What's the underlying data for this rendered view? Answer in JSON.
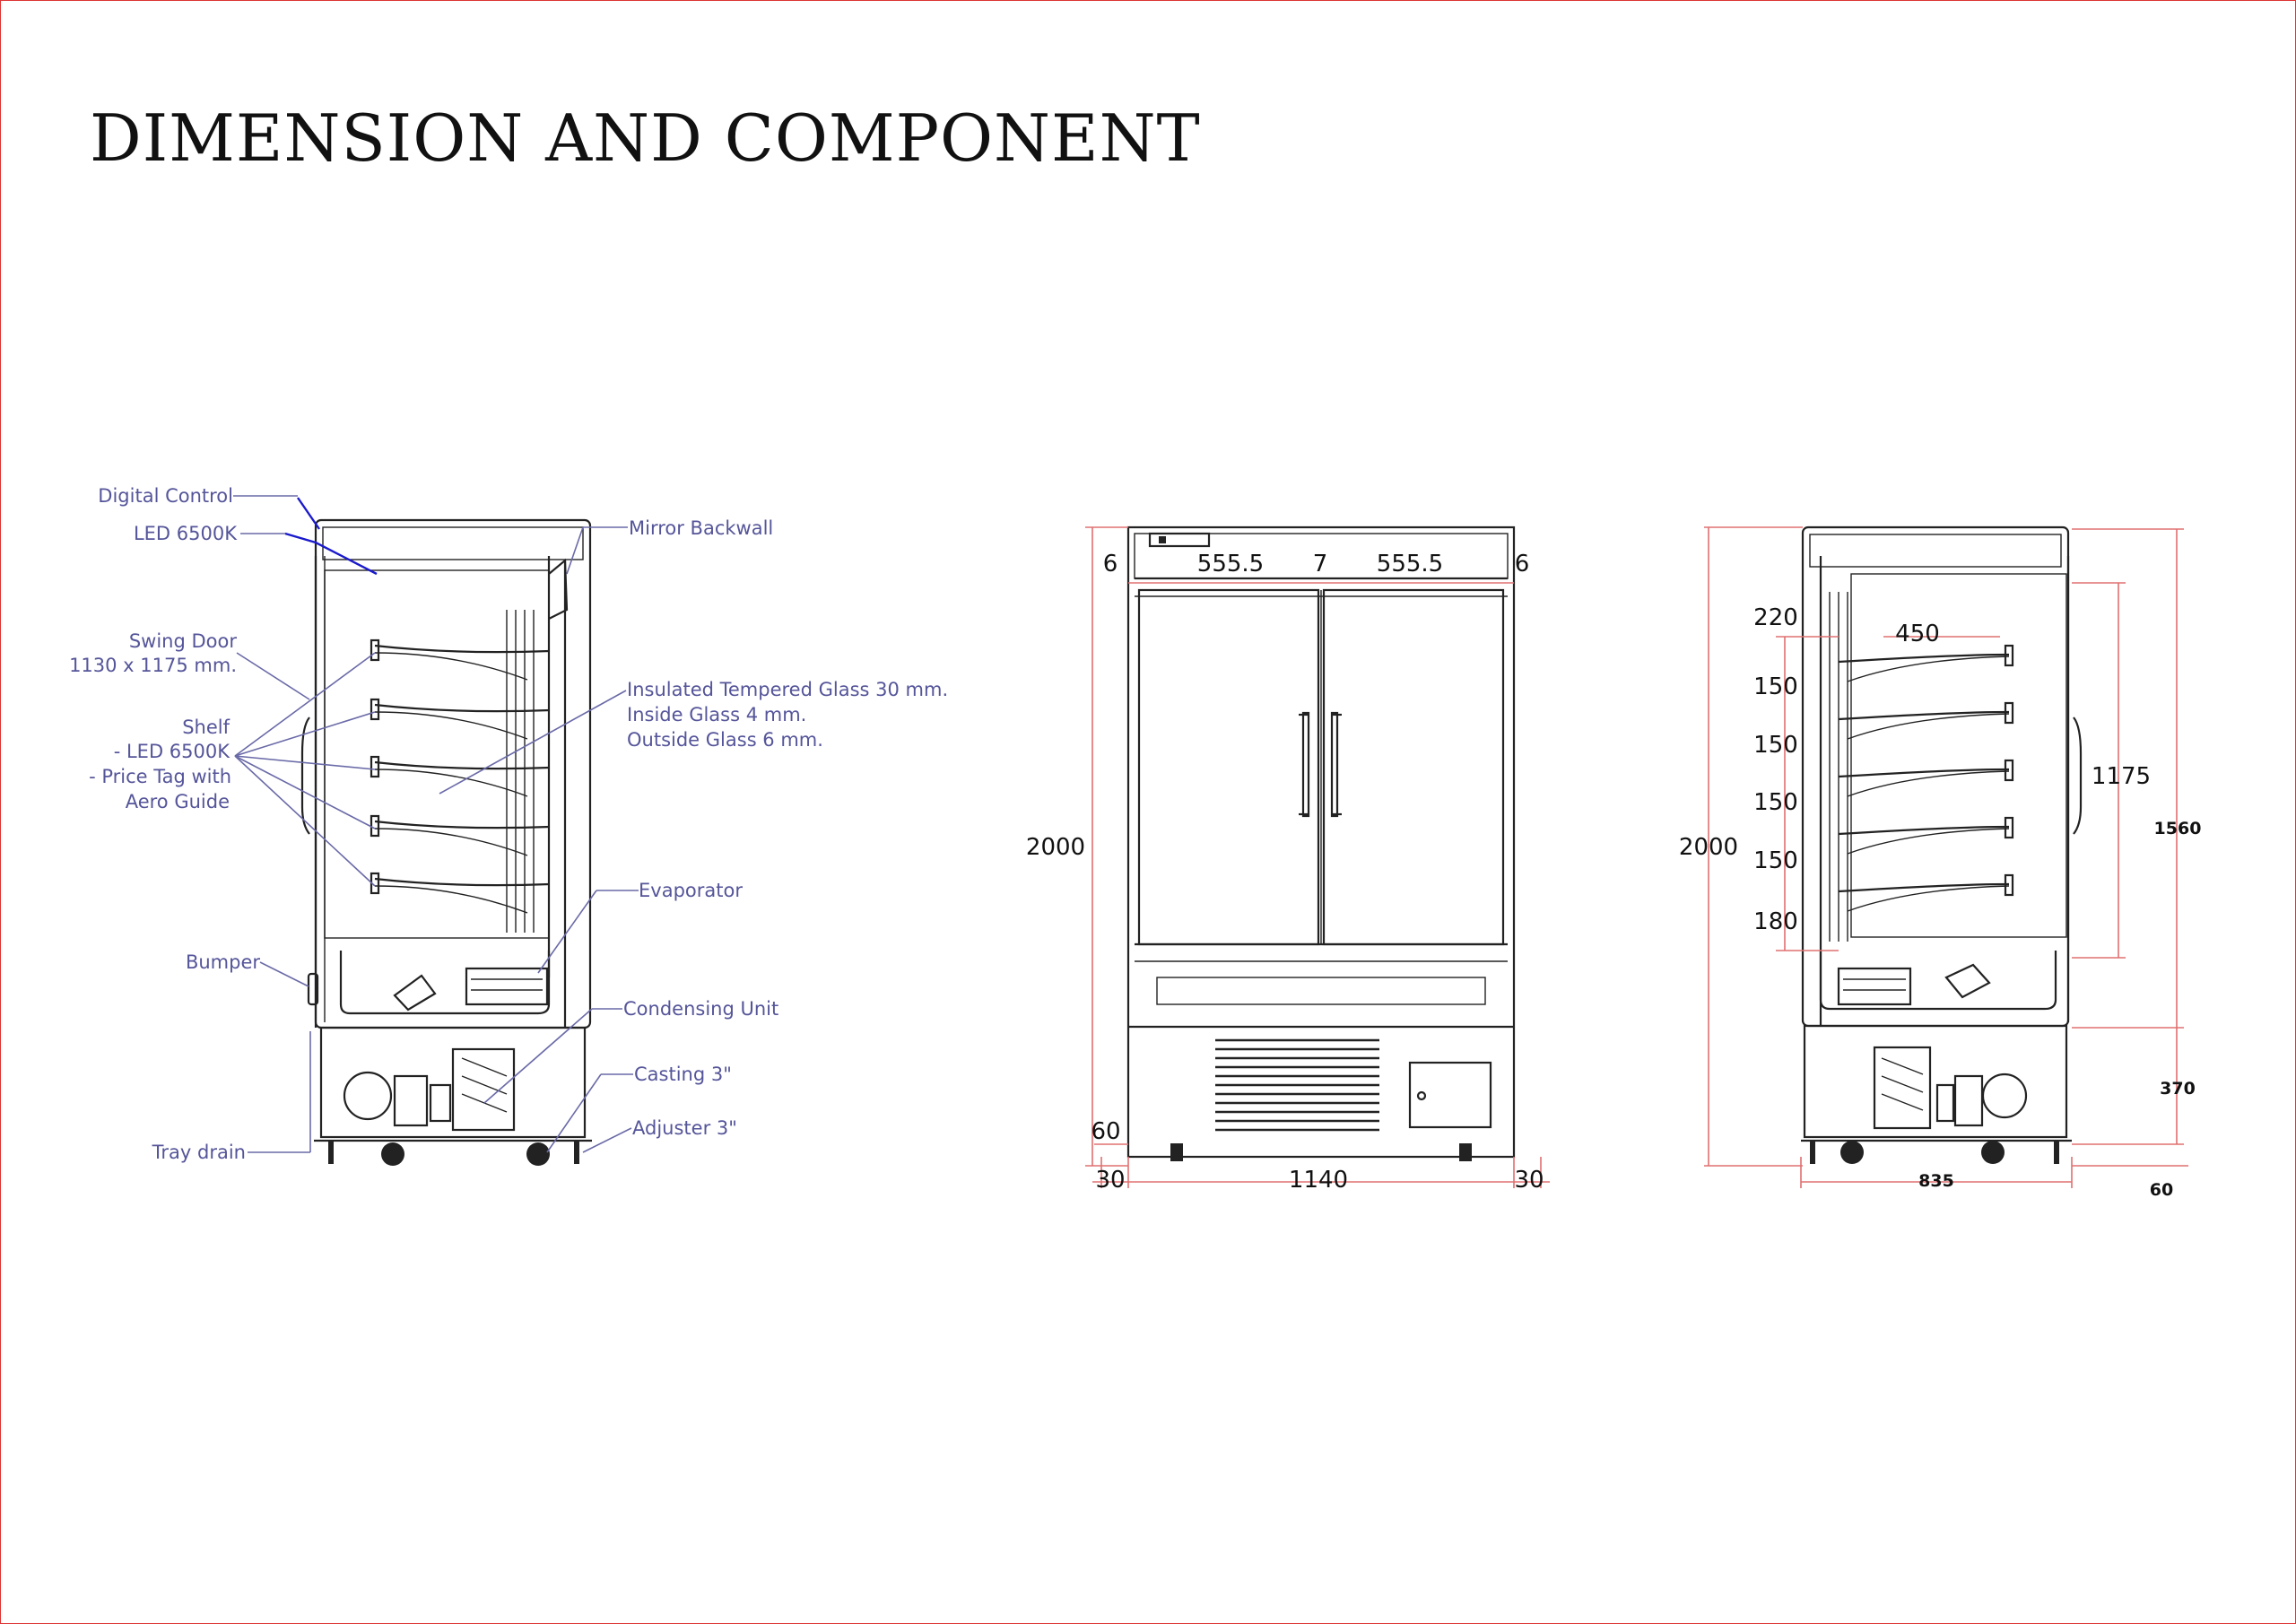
{
  "title": "DIMENSION AND COMPONENT",
  "components": {
    "digital_control": "Digital Control",
    "led": "LED 6500K",
    "swing_door_l1": "Swing Door",
    "swing_door_l2": "1130 x 1175 mm.",
    "shelf_l1": "Shelf",
    "shelf_l2": "- LED 6500K",
    "shelf_l3": "-  Price Tag with",
    "shelf_l4": "Aero Guide",
    "bumper": "Bumper",
    "tray_drain": "Tray drain",
    "mirror_backwall": "Mirror Backwall",
    "glass_l1": "Insulated Tempered Glass 30 mm.",
    "glass_l2": "Inside Glass 4 mm.",
    "glass_l3": "Outside Glass 6 mm.",
    "evaporator": "Evaporator",
    "condensing_unit": "Condensing Unit",
    "casting": "Casting 3\"",
    "adjuster": "Adjuster 3\""
  },
  "front_view": {
    "side_gap_left": "6",
    "door_width_left": "555.5",
    "center_gap": "7",
    "door_width_right": "555.5",
    "side_gap_right": "6",
    "height": "2000",
    "foot_height": "60",
    "margin_left": "30",
    "width": "1140",
    "margin_right": "30"
  },
  "side_view": {
    "top_gap": "220",
    "shelf_depth": "450",
    "shelf_gap_1": "150",
    "shelf_gap_2": "150",
    "shelf_gap_3": "150",
    "shelf_gap_4": "150",
    "bottom_gap": "180",
    "door_height": "1175",
    "display_height": "1560",
    "height": "2000",
    "base_height": "370",
    "depth": "835",
    "foot_height": "60"
  }
}
